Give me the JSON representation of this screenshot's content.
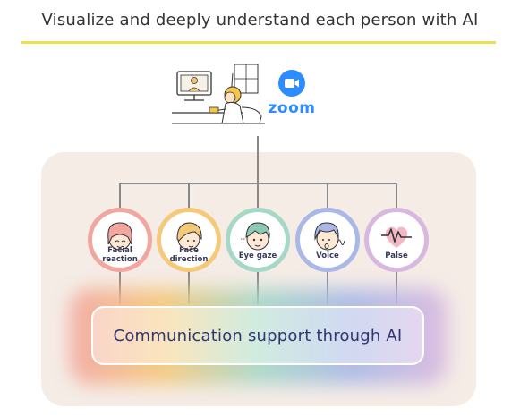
{
  "title": "Visualize and deeply understand each person with AI",
  "zoom": {
    "text": "zoom",
    "icon": "zoom-camera-icon"
  },
  "illustration": {
    "icon": "person-at-computer-icon"
  },
  "nodes": [
    {
      "label": "Facial\nreaction",
      "icon": "facial-reaction-face-icon",
      "color": "#f2a6a0"
    },
    {
      "label": "Face\ndirection",
      "icon": "face-direction-face-icon",
      "color": "#f5c97a"
    },
    {
      "label": "Eye gaze",
      "icon": "eye-gaze-face-icon",
      "color": "#a6d8c8"
    },
    {
      "label": "Voice",
      "icon": "voice-face-icon",
      "color": "#a9b8e6"
    },
    {
      "label": "Palse",
      "icon": "heart-pulse-icon",
      "color": "#d9b8e0"
    }
  ],
  "ai_box": {
    "text": "Communication support through AI"
  },
  "colors": {
    "title_rule": "#f0dc50",
    "panel": "#f5ece6",
    "connector": "#888888",
    "zoom_blue": "#2d8cff"
  }
}
